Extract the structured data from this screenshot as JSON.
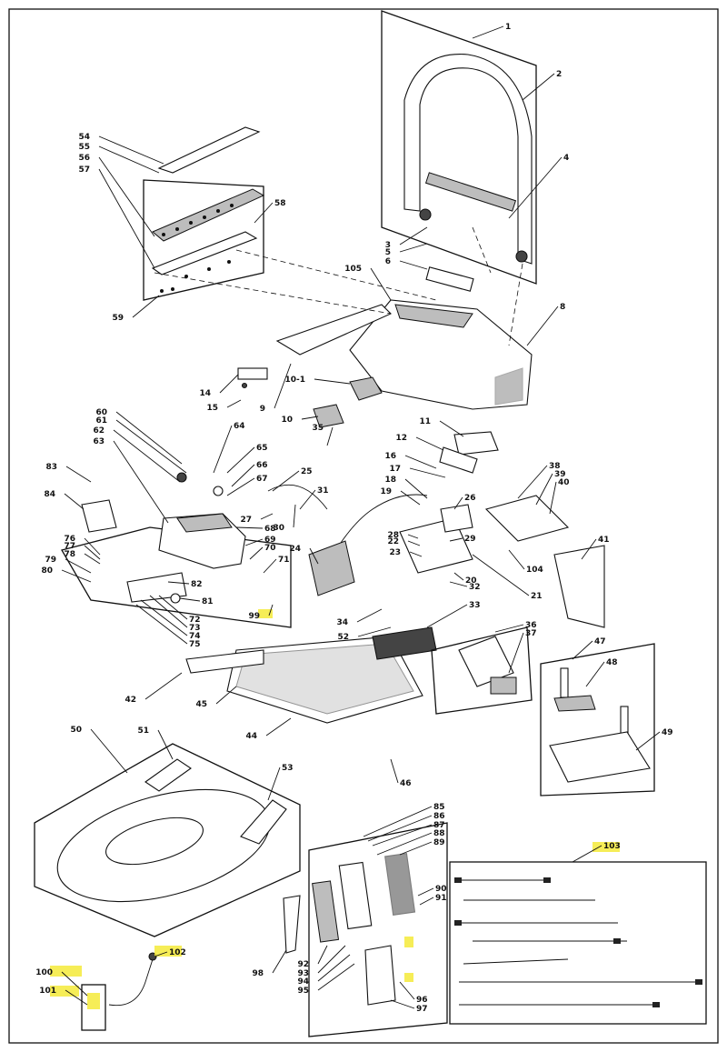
{
  "diagram": {
    "callouts": [
      "1",
      "2",
      "3",
      "4",
      "5",
      "6",
      "8",
      "9",
      "10",
      "10-1",
      "11",
      "12",
      "14",
      "15",
      "16",
      "17",
      "18",
      "19",
      "20",
      "21",
      "22",
      "23",
      "24",
      "25",
      "26",
      "27",
      "28",
      "29",
      "30",
      "31",
      "32",
      "33",
      "34",
      "35",
      "36",
      "37",
      "38",
      "39",
      "40",
      "41",
      "42",
      "44",
      "45",
      "46",
      "47",
      "48",
      "49",
      "50",
      "51",
      "52",
      "53",
      "54",
      "55",
      "56",
      "57",
      "58",
      "59",
      "60",
      "61",
      "62",
      "63",
      "64",
      "65",
      "66",
      "67",
      "68",
      "69",
      "70",
      "71",
      "72",
      "73",
      "74",
      "75",
      "76",
      "77",
      "78",
      "79",
      "80",
      "81",
      "82",
      "83",
      "84",
      "85",
      "86",
      "87",
      "88",
      "89",
      "90",
      "91",
      "92",
      "93",
      "94",
      "95",
      "96",
      "97",
      "98",
      "99",
      "100",
      "101",
      "102",
      "103",
      "104",
      "105"
    ],
    "highlighted": [
      "99",
      "100",
      "101",
      "102",
      "103"
    ],
    "highlight_color": "#f5ea3a",
    "line_color": "#111111"
  }
}
